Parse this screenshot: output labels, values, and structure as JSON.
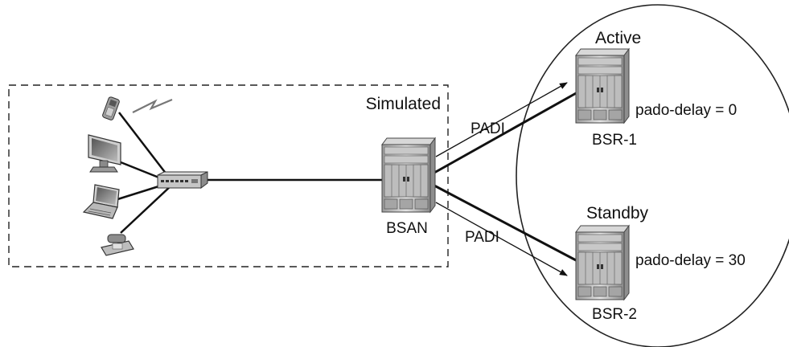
{
  "simulated_label": "Simulated",
  "bsan_label": "BSAN",
  "padi_upper": "PADI",
  "padi_lower": "PADI",
  "active_label": "Active",
  "standby_label": "Standby",
  "bsr1_label": "BSR-1",
  "bsr2_label": "BSR-2",
  "bsr1_delay": "pado-delay = 0",
  "bsr2_delay": "pado-delay = 30",
  "icons": [
    "cell-phone-icon",
    "wireless-signal-icon",
    "desktop-monitor-icon",
    "laptop-icon",
    "desk-phone-icon",
    "access-switch-icon",
    "router-chassis-icon"
  ]
}
